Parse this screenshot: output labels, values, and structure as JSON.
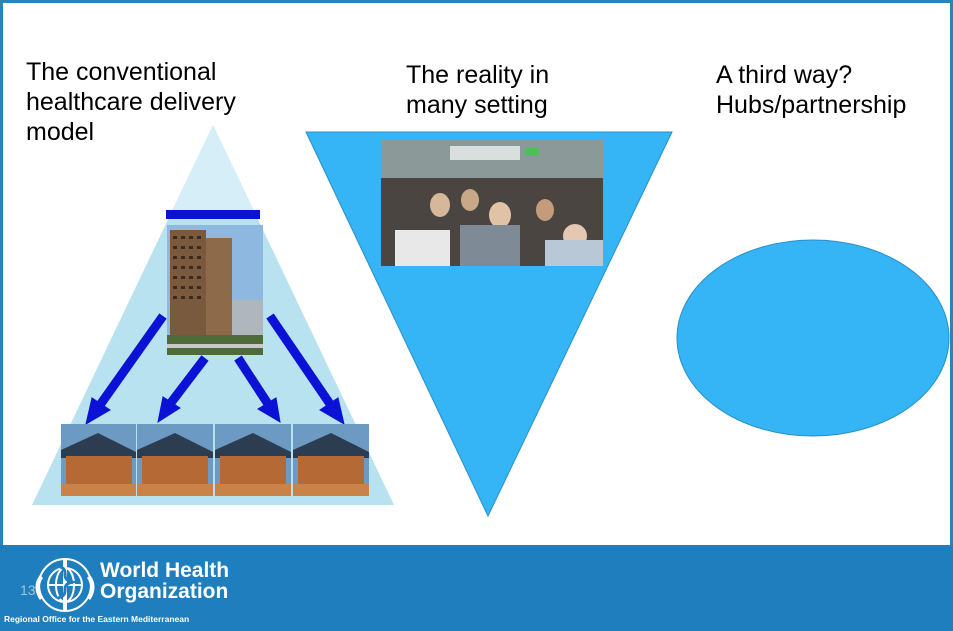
{
  "captions": {
    "conventional": [
      "The conventional",
      "healthcare delivery",
      "model"
    ],
    "reality": [
      "The reality in",
      "many setting"
    ],
    "third": [
      "A third way?",
      "Hubs/partnership"
    ]
  },
  "footer": {
    "org_name_line1": "World Health",
    "org_name_line2": "Organization",
    "org_subtitle": "Regional Office for the Eastern Mediterranean",
    "slide_number": "13"
  },
  "colors": {
    "pyramid_fill": "#b8e2ef",
    "pyramid_apex": "#d6eef8",
    "arrow_blue": "#0b12d6",
    "shape_blue": "#35b4f6",
    "footer_blue": "#1f7ebd"
  }
}
